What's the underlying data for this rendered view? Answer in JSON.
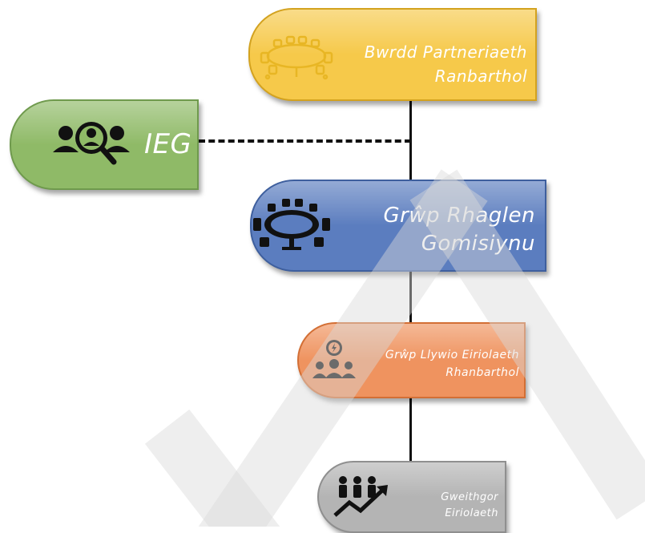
{
  "diagram": {
    "nodes": {
      "yellow": {
        "lines": [
          "Bwrdd Partneriaeth",
          "Ranbarthol"
        ],
        "icon": "conference-table-icon",
        "color": "#f6c94a"
      },
      "green": {
        "lines": [
          "IEG"
        ],
        "icon": "people-search-icon",
        "color": "#8fba67"
      },
      "blue": {
        "lines": [
          "Grŵp Rhaglen",
          "Gomisiynu"
        ],
        "icon": "conference-table-icon",
        "color": "#5b7dbf"
      },
      "orange": {
        "lines": [
          "Grŵp Llywio Eiriolaeth",
          "Rhanbarthol"
        ],
        "icon": "team-idea-icon",
        "color": "#ef935f"
      },
      "gray": {
        "lines": [
          "Gweithgor",
          "Eiriolaeth"
        ],
        "icon": "team-growth-icon",
        "color": "#b4b4b4"
      }
    },
    "connections": [
      {
        "from": "yellow",
        "to": "blue",
        "style": "solid"
      },
      {
        "from": "green",
        "to": "yellow-blue-line",
        "style": "dashed"
      },
      {
        "from": "blue",
        "to": "orange",
        "style": "solid"
      },
      {
        "from": "orange",
        "to": "gray",
        "style": "solid"
      }
    ]
  }
}
